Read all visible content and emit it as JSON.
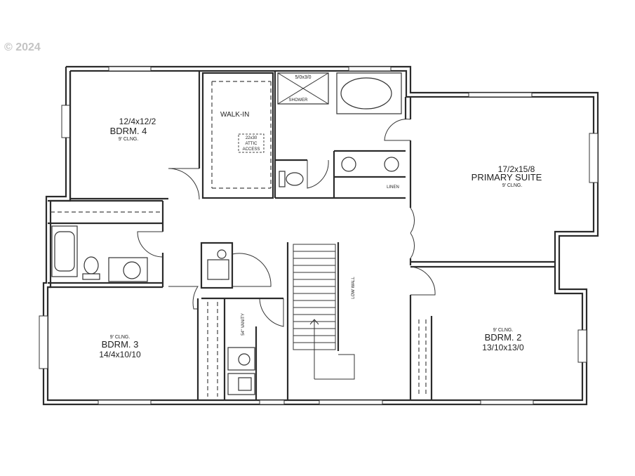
{
  "copyright": "© 2024",
  "rooms": {
    "bdrm4": {
      "dims": "12/4x12/2",
      "name": "BDRM. 4",
      "ceiling": "9' CLNG."
    },
    "primary": {
      "dims": "17/2x15/8",
      "name": "PRIMARY SUITE",
      "ceiling": "9' CLNG."
    },
    "bdrm3": {
      "ceiling": "9' CLNG.",
      "name": "BDRM. 3",
      "dims": "14/4x10/10"
    },
    "bdrm2": {
      "ceiling": "9' CLNG.",
      "name": "BDRM. 2",
      "dims": "13/10x13/0"
    }
  },
  "labels": {
    "walk_in": "WALK-IN",
    "shower_size": "5/0x3/0",
    "shower": "SHOWER",
    "attic_size": "22x30",
    "attic_1": "ATTIC",
    "attic_2": "ACCESS",
    "linen": "LINEN",
    "low_wall": "LOW WALL",
    "vanity": "54\" VANITY"
  }
}
